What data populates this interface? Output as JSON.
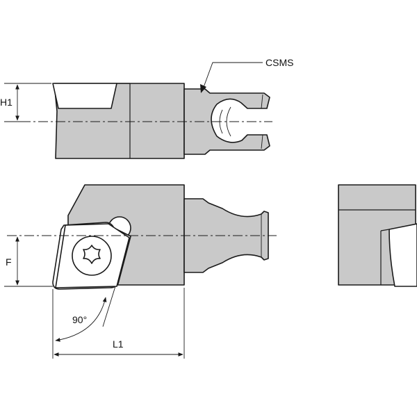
{
  "labels": {
    "csms": "CSMS",
    "h1": "H1",
    "f": "F",
    "angle": "90°",
    "l1": "L1"
  },
  "colors": {
    "body_fill": "#c9c9c9",
    "outline": "#1a1a1a",
    "insert_fill": "#ffffff"
  }
}
